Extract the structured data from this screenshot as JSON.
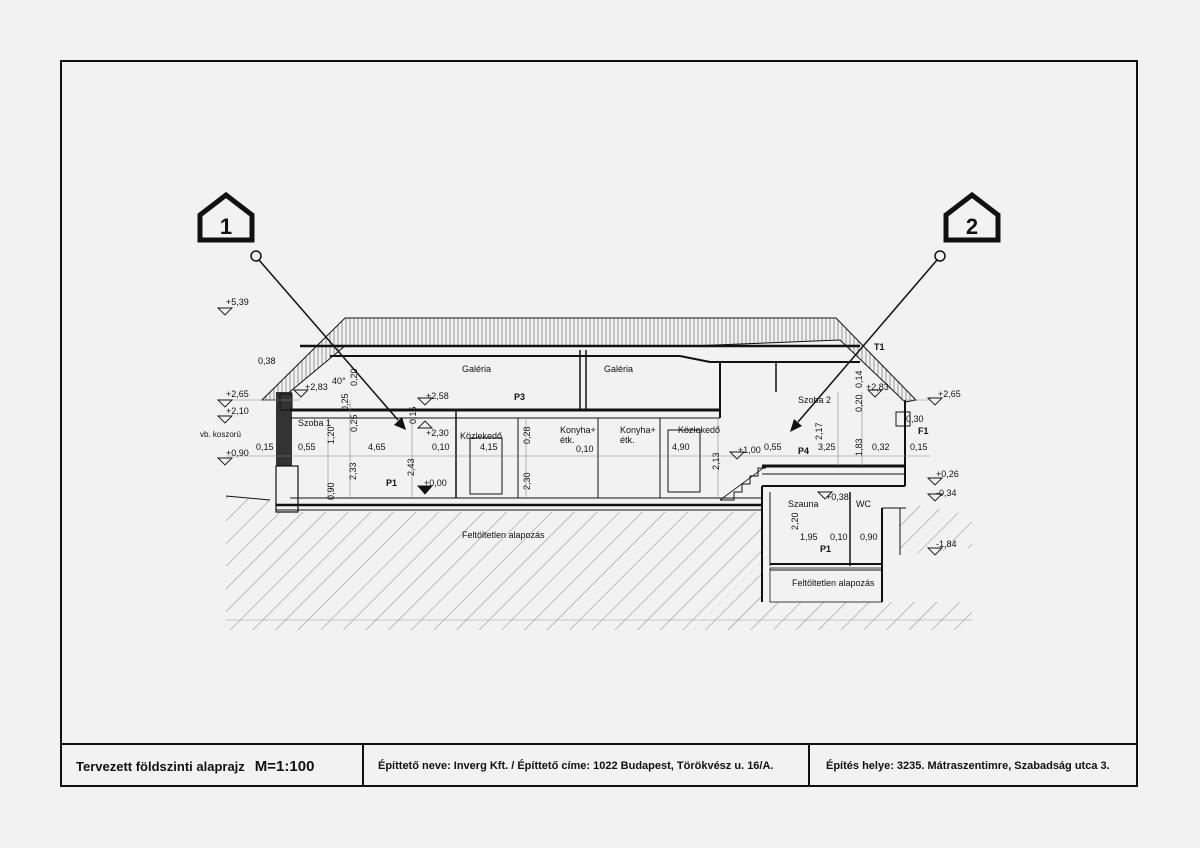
{
  "title_block": {
    "drawing_title": "Tervezett földszinti alaprajz",
    "scale": "M=1:100",
    "client": "Építtető neve: Inverg Kft. / Építtető címe: 1022 Budapest, Törökvész u. 16/A.",
    "site": "Építés helye: 3235. Mátraszentimre, Szabadság utca 3."
  },
  "markers": [
    {
      "label": "1"
    },
    {
      "label": "2"
    }
  ],
  "rooms": {
    "galeria_1": "Galéria",
    "galeria_2": "Galéria",
    "szoba1": "Szoba 1",
    "szoba2": "Szoba 2",
    "kozlekedo1": "Közlekedő",
    "kozlekedo2": "Közlekedő",
    "konyha1_a": "Konyha+",
    "konyha1_b": "étk.",
    "konyha2_a": "Konyha+",
    "konyha2_b": "étk.",
    "szauna": "Szauna",
    "wc": "WC",
    "feltoltes1": "Feltöltetlen alapozás",
    "feltoltes2": "Feltöltetlen alapozás",
    "vb_koszoru": "vb. koszorú"
  },
  "elevations": {
    "e539": "+5,39",
    "e265l": "+2,65",
    "e210": "+2,10",
    "e090": "+0,90",
    "e283l": "+2,83",
    "e258": "+2,58",
    "e230": "+2,30",
    "e000": "+0,00",
    "e100": "+1,00",
    "e283r": "+2,83",
    "e265r": "+2,65",
    "e026": "+0,26",
    "e034": "-0,34",
    "e038": "+0,38",
    "e184": "-1,84"
  },
  "layers": {
    "t1": "T1",
    "p1a": "P1",
    "p1b": "P1",
    "p3": "P3",
    "p4": "P4",
    "f1": "F1"
  },
  "dims": {
    "d038": "0,38",
    "d040deg": "40°",
    "d025a": "0,25",
    "d020a": "0,20",
    "d015a": "0,15",
    "d055a": "0,55",
    "d120": "1,20",
    "d025b": "0,25",
    "d465": "4,65",
    "d015b": "0,15",
    "d010a": "0,10",
    "d415": "4,15",
    "d028": "0,28",
    "d010b": "0,10",
    "d490": "4,90",
    "d213": "2,13",
    "d055b": "0,55",
    "d325": "3,25",
    "d217": "2,17",
    "d020b": "0,20",
    "d014": "0,14",
    "d183": "1,83",
    "d032": "0,32",
    "d030": "0,30",
    "d015c": "0,15",
    "d090a": "0,90",
    "d233": "2,33",
    "d243": "2,43",
    "d230": "2,30",
    "d220": "2,20",
    "d195": "1,95",
    "d010c": "0,10",
    "d090b": "0,90"
  },
  "colors": {
    "line": "#111111",
    "paper": "#f2f2f2",
    "hatch": "#8a8a8a"
  }
}
